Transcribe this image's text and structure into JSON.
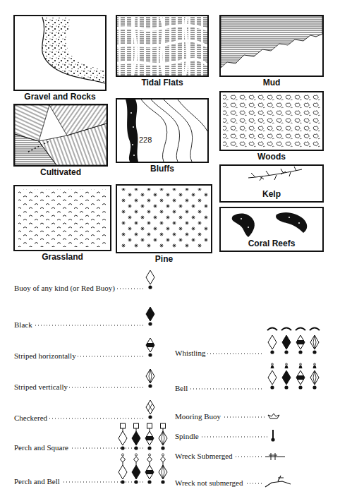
{
  "diagram": {
    "nodes": [
      {
        "text": [
          "Gravel and Rocks"
        ]
      },
      {
        "text": [
          "Tidal Flats"
        ]
      },
      {
        "text": [
          "Mud"
        ]
      },
      {
        "text": [
          "Cultivated"
        ]
      },
      {
        "text": [
          "Bluffs"
        ]
      },
      {
        "text": [
          "Woods"
        ]
      },
      {
        "text": [
          "Kelp"
        ]
      },
      {
        "text": [
          "Grassland"
        ]
      },
      {
        "text": [
          "Pine"
        ]
      },
      {
        "text": [
          "Coral Reefs"
        ]
      }
    ],
    "labels": [
      "228",
      "Buoy of any kind (or Red Buoy)",
      "Black",
      "Striped horizontally",
      "Striped vertically",
      "Checkered",
      "Perch and Square",
      "Perch and Bell",
      "Whistling",
      "Bell",
      "Mooring Buoy",
      "Spindle",
      "Wreck Submerged",
      "Wreck not submerged"
    ]
  }
}
